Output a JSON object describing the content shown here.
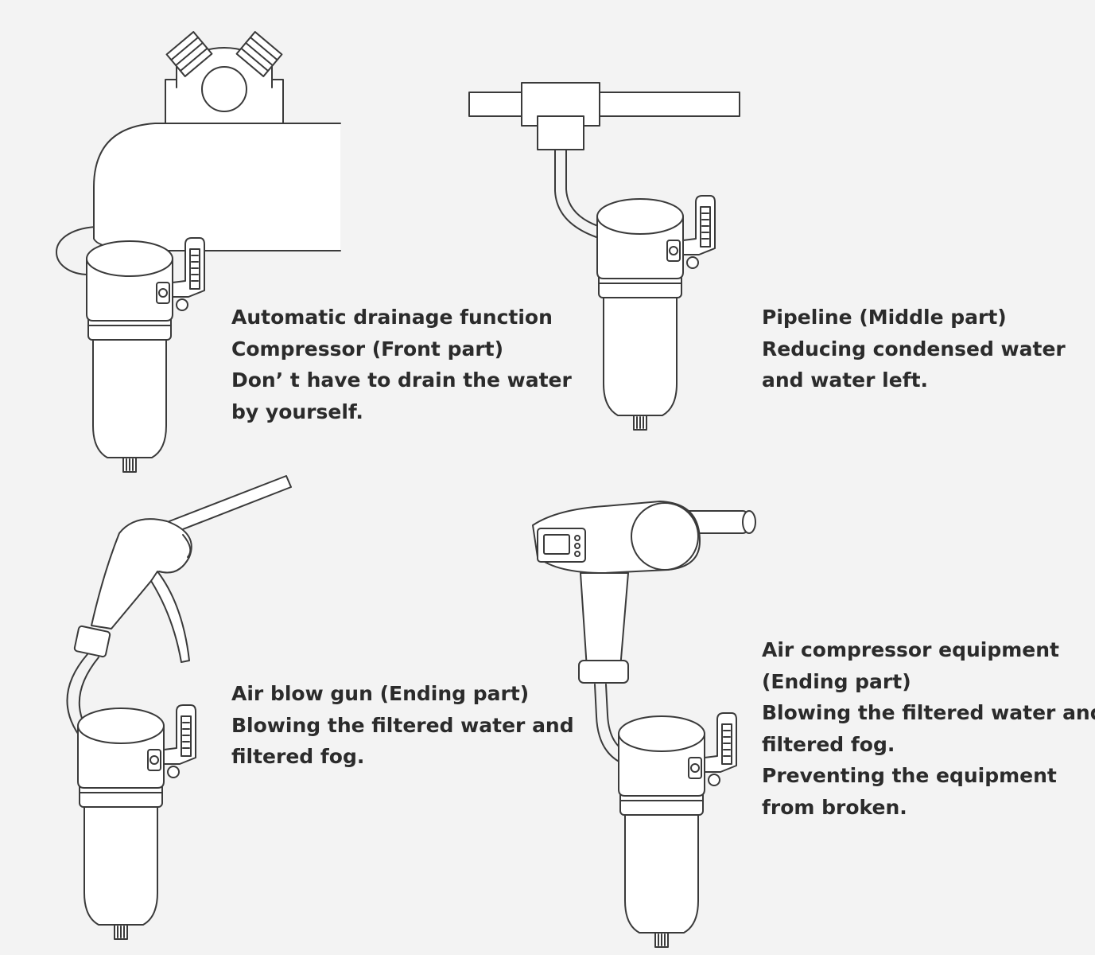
{
  "captions": {
    "compressor": [
      "Automatic drainage function",
      "Compressor (Front part)",
      "Don’ t have to drain the water",
      "by yourself."
    ],
    "pipeline": [
      "Pipeline (Middle part)",
      "Reducing condensed water",
      "and water left."
    ],
    "blowgun": [
      "Air blow gun (Ending part)",
      "Blowing the filtered water and",
      "filtered fog."
    ],
    "equipment": [
      "Air compressor equipment",
      "(Ending part)",
      "Blowing the filtered water and",
      "filtered fog.",
      "Preventing the equipment",
      "from broken."
    ]
  },
  "colors": {
    "background": "#f3f3f3",
    "line": "#3a3a3a",
    "text": "#2b2b2b"
  }
}
